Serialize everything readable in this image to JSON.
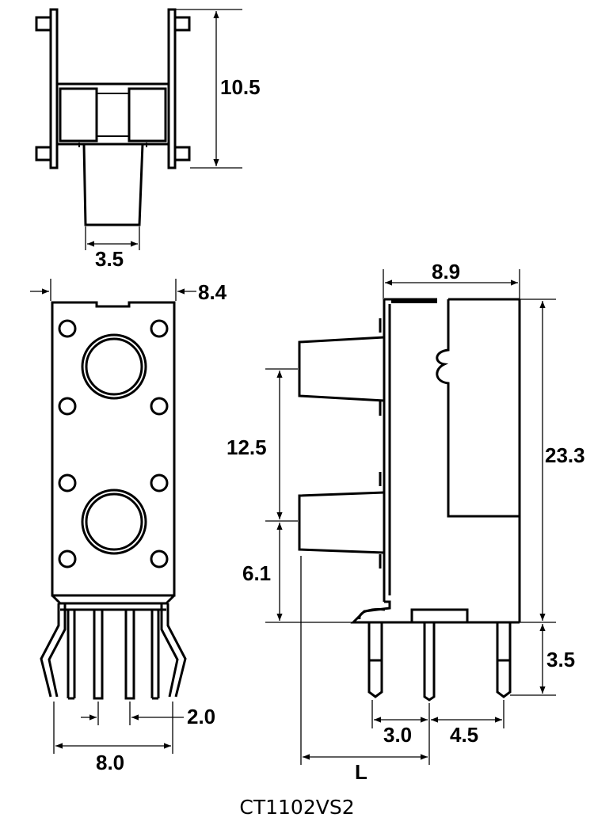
{
  "drawing": {
    "top_view": {
      "dim_height": "10.5",
      "dim_shaft": "3.5"
    },
    "front_view": {
      "dim_width": "8.4",
      "dim_pitch": "2.0",
      "dim_pin_span": "8.0"
    },
    "side_view": {
      "dim_depth": "8.9",
      "dim_height": "23.3",
      "dim_shaft_spacing": "12.5",
      "dim_shaft_offset": "6.1",
      "dim_pin_length": "3.5",
      "dim_pin_a": "3.0",
      "dim_pin_b": "4.5",
      "dim_shaft_length": "L"
    },
    "part_number": "CT1102VS2"
  }
}
